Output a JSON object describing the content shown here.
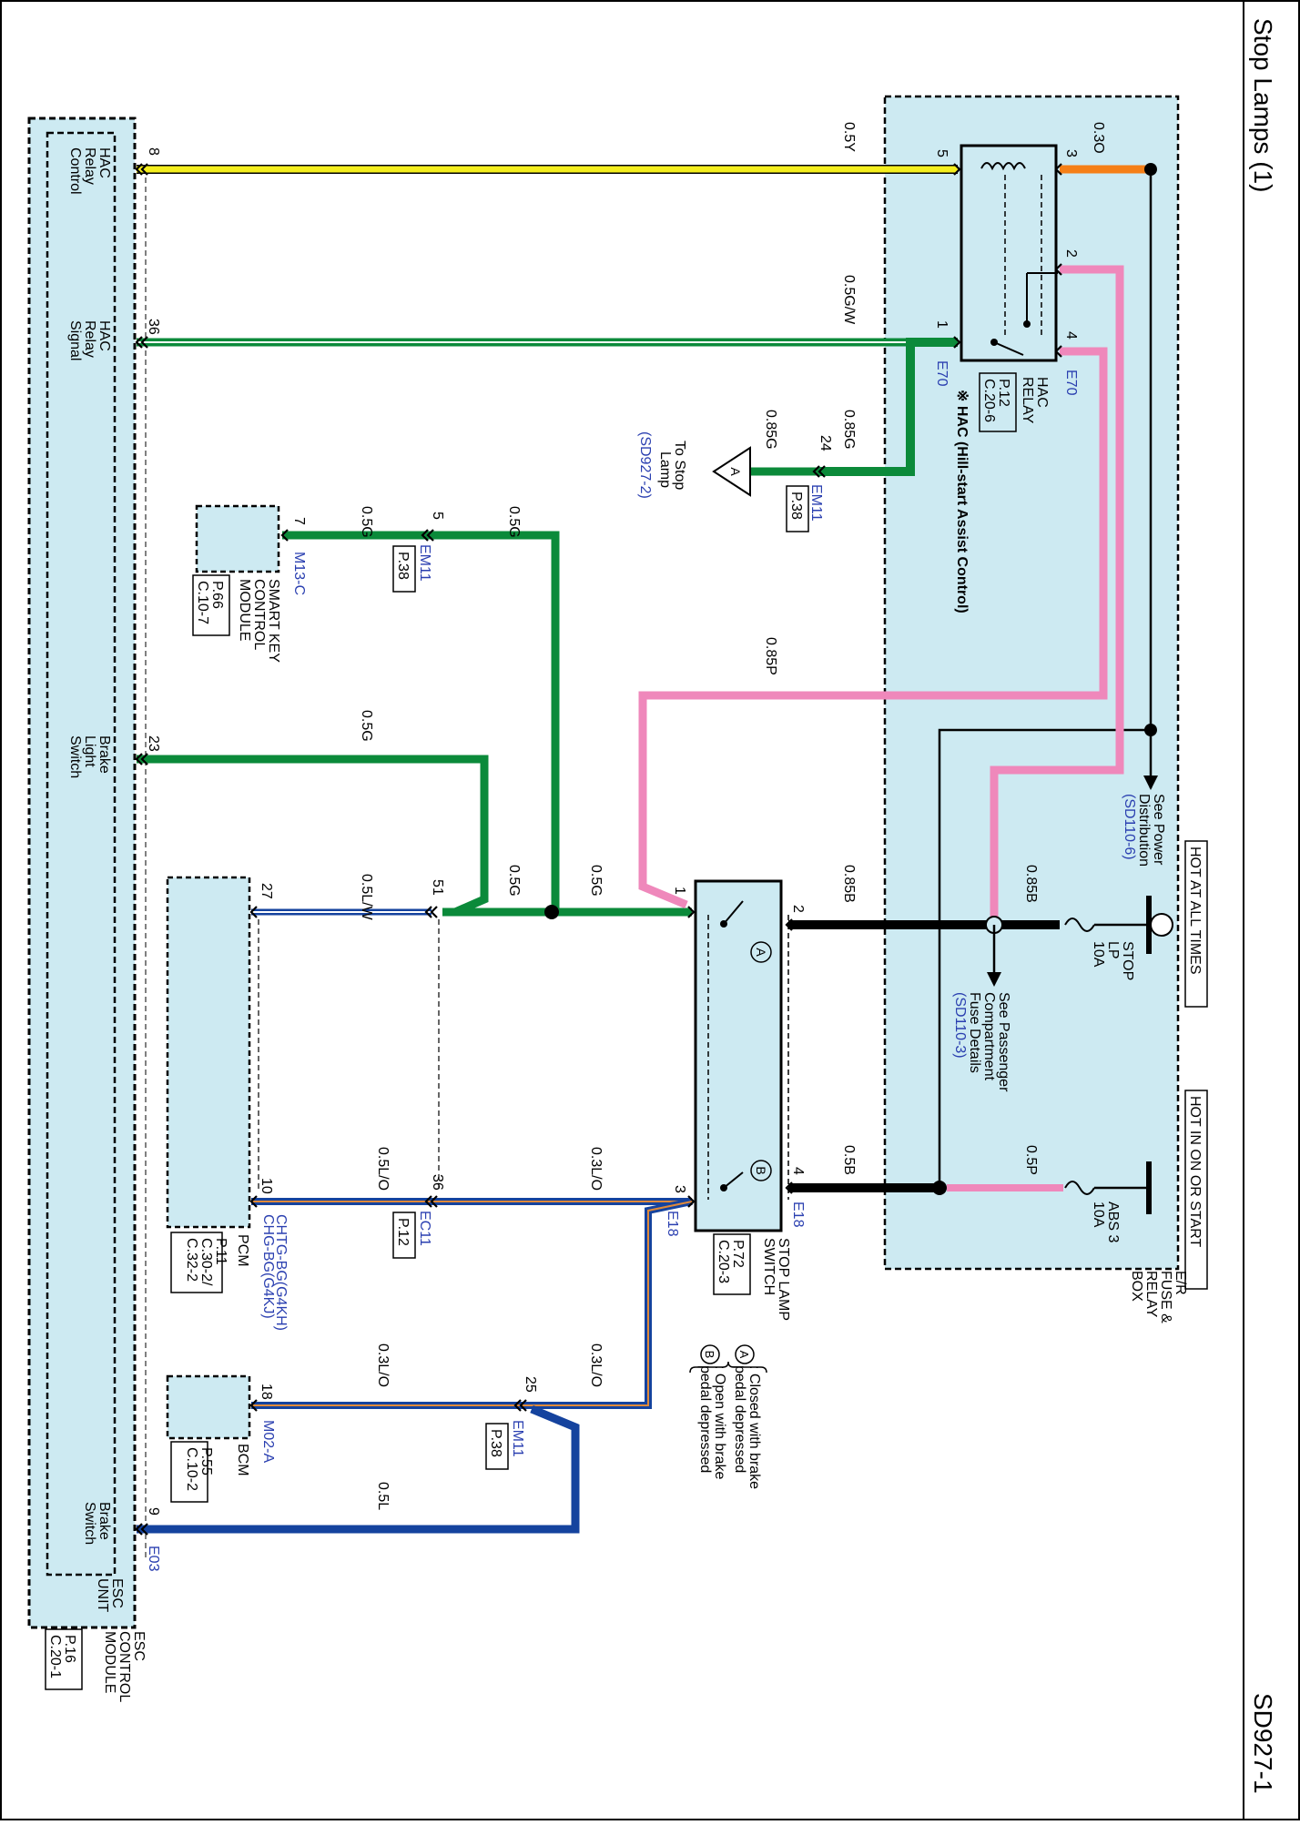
{
  "page": {
    "title": "Stop Lamps (1)",
    "code": "SD927-1"
  },
  "power": {
    "hot_at_all_times": "HOT AT ALL TIMES",
    "hot_in_on_or_start": "HOT IN ON OR START",
    "fuse_box": [
      "E/R",
      "FUSE &",
      "RELAY",
      "BOX"
    ],
    "stop_fuse": [
      "STOP",
      "LP",
      "10A"
    ],
    "abs_fuse": [
      "ABS 3",
      "10A"
    ],
    "see_power": [
      "See Power",
      "Distribution",
      "(SD110-6)"
    ],
    "see_passenger": [
      "See Passenger",
      "Compartment",
      "Fuse Details",
      "(SD110-3)"
    ]
  },
  "hac_relay": {
    "name": [
      "HAC",
      "RELAY"
    ],
    "ref": [
      "P.12",
      "C.20-6"
    ],
    "note": "※ HAC (Hill-start Assist Control)",
    "conn_top": "E70",
    "conn_bottom": "E70",
    "pins": {
      "p3": "3",
      "p5": "5",
      "p2": "2",
      "p1": "1",
      "p4": "4"
    }
  },
  "stop_lamp_switch": {
    "name": [
      "STOP LAMP",
      "SWITCH"
    ],
    "ref": [
      "P.72",
      "C.20-3"
    ],
    "conn_a": "E18",
    "conn_b": "E18",
    "pins": {
      "p1": "1",
      "p2": "2",
      "p3": "3",
      "p4": "4"
    },
    "notes": [
      ": Closed with brake",
      "pedal depressed",
      ": Open with brake",
      "pedal depressed"
    ],
    "note_a": "A",
    "note_b": "B"
  },
  "to_stop_lamp": {
    "symbol": "A",
    "label": [
      "To Stop",
      "Lamp"
    ],
    "ref": "(SD927-2)"
  },
  "modules": {
    "esc": {
      "name": [
        "ESC",
        "CONTROL",
        "MODULE"
      ],
      "unit": [
        "ESC",
        "UNIT"
      ],
      "ref": [
        "P.16",
        "C.20-1"
      ],
      "conn": "E03",
      "pins": [
        {
          "pin": "8",
          "label": [
            "HAC",
            "Relay",
            "Control"
          ]
        },
        {
          "pin": "36",
          "label": [
            "HAC",
            "Relay",
            "Signal"
          ]
        },
        {
          "pin": "23",
          "label": [
            "Brake",
            "Light",
            "Switch"
          ]
        },
        {
          "pin": "9",
          "label": [
            "Brake",
            "Switch"
          ]
        }
      ]
    },
    "smart_key": {
      "name": [
        "SMART KEY",
        "CONTROL",
        "MODULE"
      ],
      "ref": [
        "P.66",
        "C.10-7"
      ],
      "conn": "M13-C",
      "pin": "7"
    },
    "pcm": {
      "name": "PCM",
      "ref": [
        "P.11",
        "C.30-2/",
        "C.32-2"
      ],
      "conn": [
        "CHG-BG(G4KJ)",
        "CHTG-BG(G4KH)"
      ],
      "pin27": "27",
      "pin10": "10"
    },
    "bcm": {
      "name": "BCM",
      "ref": [
        "P.55",
        "C.10-2"
      ],
      "conn": "M02-A",
      "pin": "18"
    }
  },
  "inline_connectors": {
    "em11_24": {
      "name": "EM11",
      "pin": "24",
      "page": "P.38"
    },
    "em11_5": {
      "name": "EM11",
      "pin": "5",
      "page": "P.38"
    },
    "em11_51": {
      "pin": "51"
    },
    "ec11_36": {
      "name": "EC11",
      "pin": "36",
      "page": "P.12"
    },
    "em11_25": {
      "name": "EM11",
      "pin": "25",
      "page": "P.38"
    }
  },
  "wires": {
    "w_05Y": "0.5Y",
    "w_03O": "0.3O",
    "w_05GW": "0.5G/W",
    "w_085G_a": "0.85G",
    "w_085G_b": "0.85G",
    "w_05G_a": "0.5G",
    "w_05G_b": "0.5G",
    "w_05G_c": "0.5G",
    "w_05G_d": "0.5G",
    "w_05G_e": "0.5G",
    "w_085P": "0.85P",
    "w_05LW": "0.5L/W",
    "w_085B_a": "0.85B",
    "w_085B_b": "0.85B",
    "w_05P": "0.5P",
    "w_05B": "0.5B",
    "w_03LO_a": "0.3L/O",
    "w_05LO": "0.5L/O",
    "w_03LO_b": "0.3L/O",
    "w_03LO_c": "0.3L/O",
    "w_05L": "0.5L"
  },
  "colors": {
    "module_fill": "#cdeaf2",
    "yellow": "#f4ee1e",
    "orange": "#f57f17",
    "green": "#0b8a3a",
    "pink": "#ef88bb",
    "blue": "#15439e",
    "label_blue": "#2a3fb0"
  }
}
